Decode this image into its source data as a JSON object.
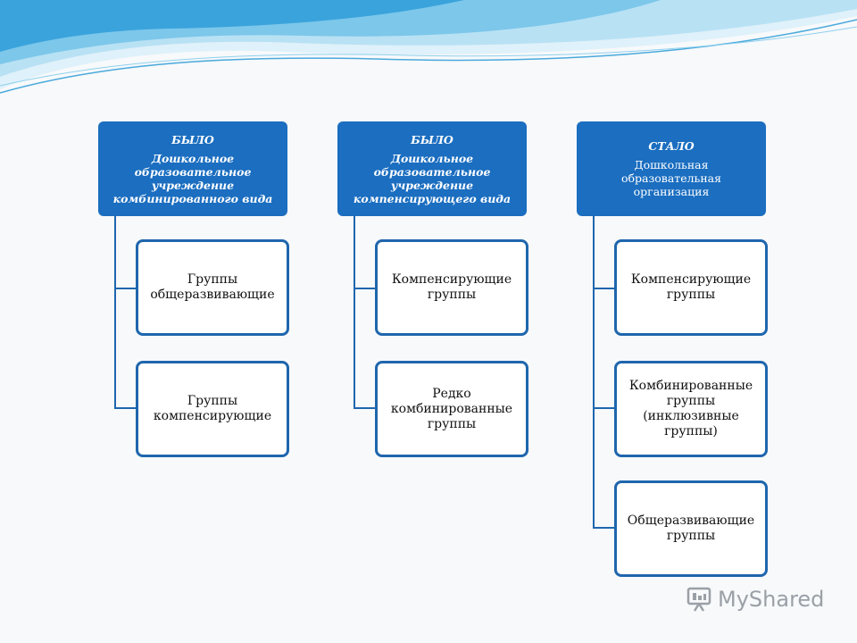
{
  "columns": [
    {
      "status": "БЫЛО",
      "title": "Дошкольное образовательное учреждение комбинированного вида",
      "children": [
        "Группы общеразвивающие",
        "Группы компенсирующие"
      ]
    },
    {
      "status": "БЫЛО",
      "title": "Дошкольное образовательное учреждение компенсирующего вида",
      "children": [
        "Компенсирующие группы",
        "Редко комбинированные группы"
      ]
    },
    {
      "status": "СТАЛО",
      "title": "Дошкольная образовательная организация",
      "children": [
        "Компенсирующие группы",
        "Комбинированные группы (инклюзивные группы)",
        "Общеразвивающие группы"
      ]
    }
  ],
  "watermark": {
    "text": "MyShared",
    "icon": "presentation-screen-icon"
  },
  "colors": {
    "header": "#1b6ec0",
    "border": "#1f66ad",
    "wave_light": "#cfe9f6",
    "wave_dark": "#3aa3dc"
  }
}
